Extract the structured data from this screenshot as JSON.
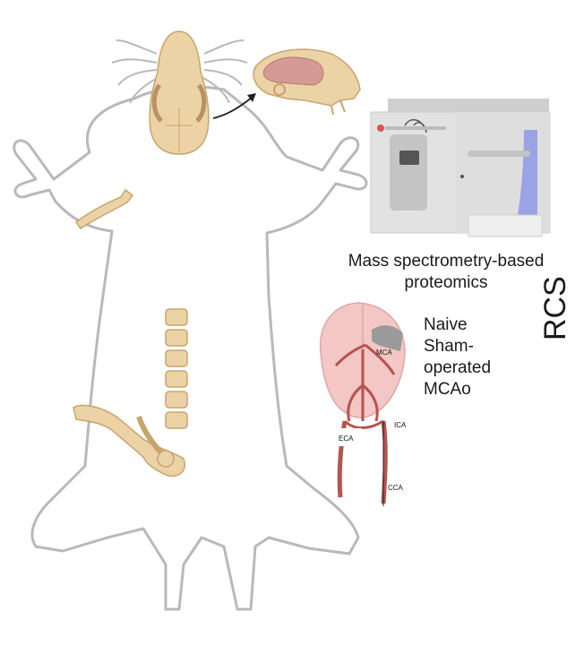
{
  "figure": {
    "instrument_caption_line1": "Mass spectrometry-based",
    "instrument_caption_line2": "proteomics",
    "groups": [
      "Naive",
      "Sham-",
      "operated",
      "MCAo"
    ],
    "side_label": "RCS",
    "vessel_labels": {
      "mca": "MCA",
      "ica": "ICA",
      "eca": "ECA",
      "cca": "CCA"
    }
  },
  "colors": {
    "outline": "#b9b9b9",
    "bone": "#ecd3a6",
    "bone_stroke": "#c8a46d",
    "brain": "#f2c7c5",
    "artery": "#b8524f",
    "instrument_body": "#d9d9d9",
    "instrument_accent": "#9aa3e6"
  }
}
